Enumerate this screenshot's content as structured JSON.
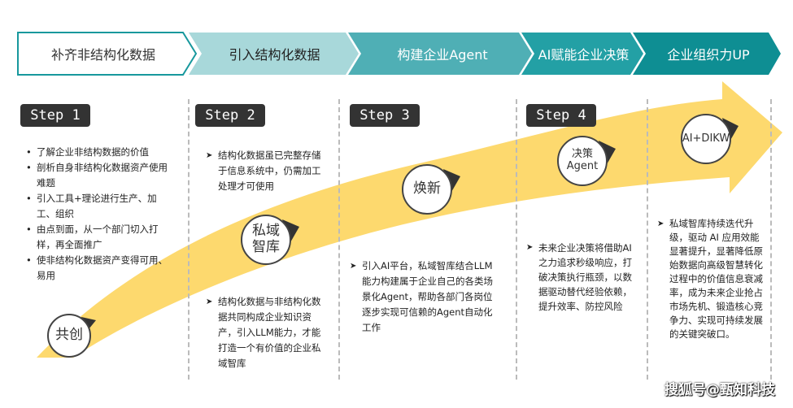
{
  "stages": [
    {
      "label": "补齐非结构化数据",
      "color": "#FFFFFF"
    },
    {
      "label": "引入结构化数据",
      "color": "#A8D8DA"
    },
    {
      "label": "构建企业Agent",
      "color": "#4FAFB5"
    },
    {
      "label": "AI赋能企业决策",
      "color": "#23A0A5"
    },
    {
      "label": "企业组织力UP",
      "color": "#0E8E93"
    }
  ],
  "steps": [
    "Step 1",
    "Step 2",
    "Step 3",
    "Step 4"
  ],
  "bubbles": [
    "共创",
    "私域智库",
    "焕新",
    "决策Agent",
    "AI+DIKW"
  ],
  "col1": [
    "了解企业非结构数据的价值",
    "剖析自身非结构化数据资产使用难题",
    "引入工具+理论进行生产、加工、组织",
    "由点到面，从一个部门切入打样，再全面推广",
    "使非结构化数据资产变得可用、易用"
  ],
  "col2_top": "结构化数据虽已完整存储于信息系统中，仍需加工处理才可使用",
  "col2_bottom": "结构化数据与非结构化数据共同构成企业知识资产，引入LLM能力，才能打造一个有价值的企业私域智库",
  "col3": "引入AI平台，私域智库结合LLM能力构建属于企业自己的各类场景化Agent，帮助各部门各岗位逐步实现可信赖的Agent自动化工作",
  "col4": "未来企业决策将借助AI之力追求秒级响应，打破决策执行瓶颈，以数据驱动替代经验依赖，提升效率、防控风险",
  "col5": "私域智库持续迭代升级，驱动 AI 应用效能显著提升，显著降低原始数据向高级智慧转化过程中的价值信息衰减率，成为未来企业抢占市场先机、锻造核心竞争力、实现可持续发展的关键突破口。",
  "watermark": "搜狐号@甄知科技",
  "arrow_color": "#FDD96E"
}
